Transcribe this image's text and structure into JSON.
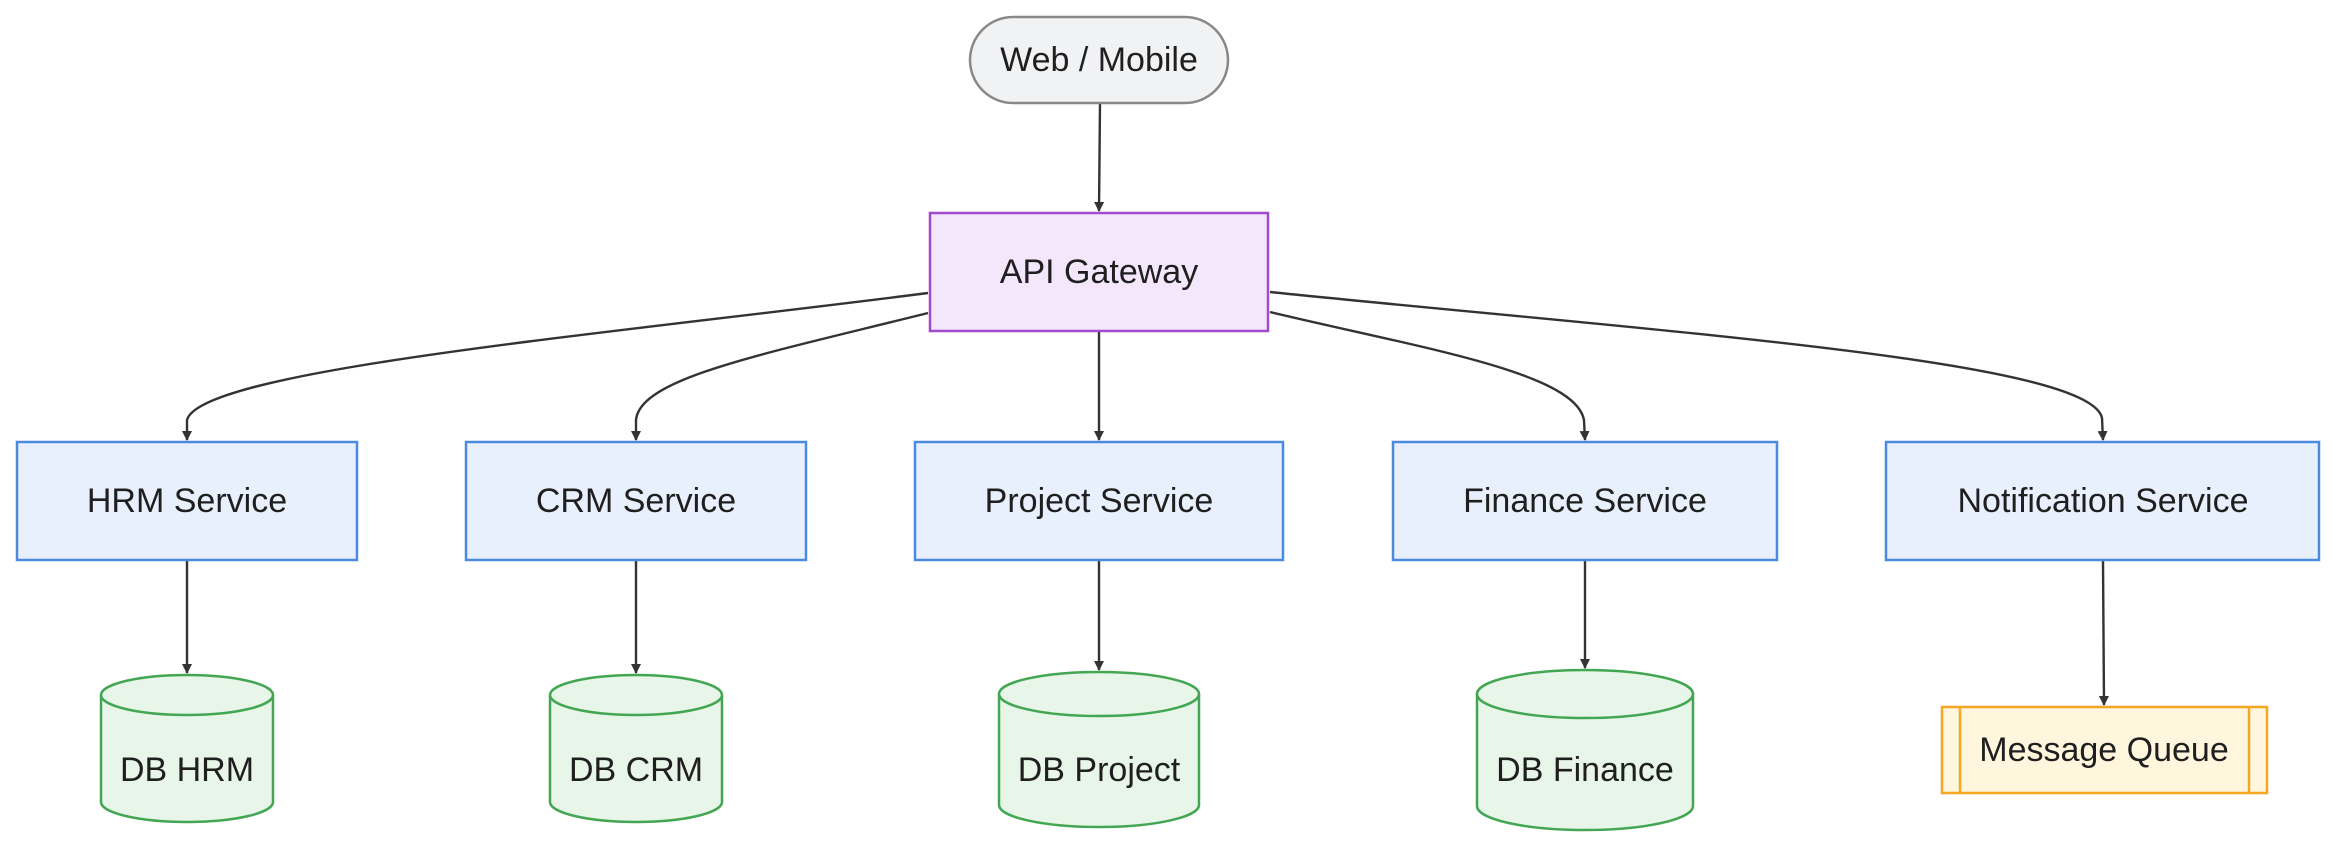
{
  "diagram": {
    "client": {
      "label": "Web / Mobile"
    },
    "gateway": {
      "label": "API Gateway"
    },
    "services": [
      {
        "label": "HRM Service"
      },
      {
        "label": "CRM Service"
      },
      {
        "label": "Project Service"
      },
      {
        "label": "Finance Service"
      },
      {
        "label": "Notification Service"
      }
    ],
    "stores": [
      {
        "label": "DB HRM",
        "kind": "database"
      },
      {
        "label": "DB CRM",
        "kind": "database"
      },
      {
        "label": "DB Project",
        "kind": "database"
      },
      {
        "label": "DB Finance",
        "kind": "database"
      },
      {
        "label": "Message Queue",
        "kind": "queue"
      }
    ],
    "edges": [
      {
        "from": "Web / Mobile",
        "to": "API Gateway"
      },
      {
        "from": "API Gateway",
        "to": "HRM Service"
      },
      {
        "from": "API Gateway",
        "to": "CRM Service"
      },
      {
        "from": "API Gateway",
        "to": "Project Service"
      },
      {
        "from": "API Gateway",
        "to": "Finance Service"
      },
      {
        "from": "API Gateway",
        "to": "Notification Service"
      },
      {
        "from": "HRM Service",
        "to": "DB HRM"
      },
      {
        "from": "CRM Service",
        "to": "DB CRM"
      },
      {
        "from": "Project Service",
        "to": "DB Project"
      },
      {
        "from": "Finance Service",
        "to": "DB Finance"
      },
      {
        "from": "Notification Service",
        "to": "Message Queue"
      }
    ],
    "colors": {
      "client_fill": "#f1f2f4",
      "client_stroke": "#888888",
      "gateway_fill": "#f4e6fb",
      "gateway_stroke": "#a24bd0",
      "service_fill": "#e8f0fd",
      "service_stroke": "#4a8be0",
      "db_fill": "#e8f5e9",
      "db_stroke": "#43a653",
      "queue_fill": "#fff6dd",
      "queue_stroke": "#f5a623",
      "edge": "#333333"
    }
  }
}
